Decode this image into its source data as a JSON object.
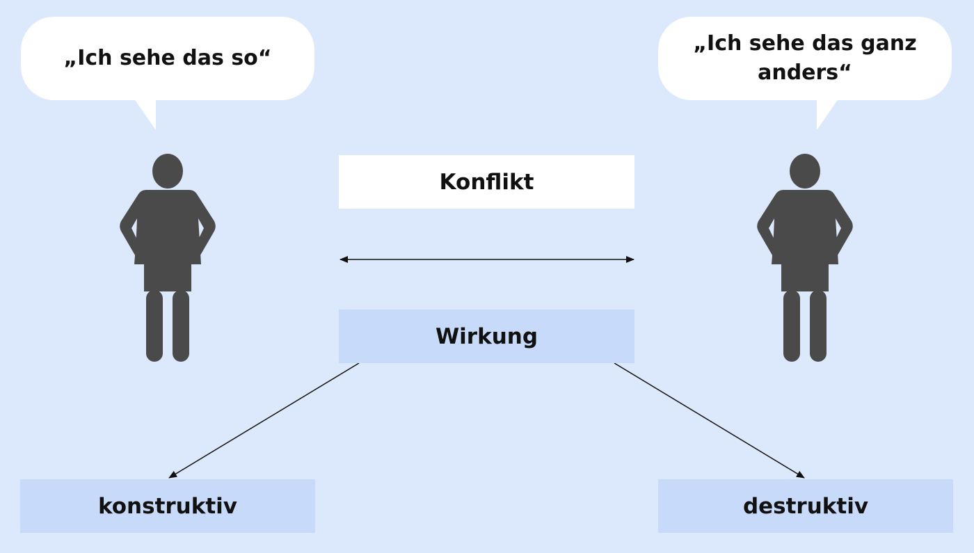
{
  "speech_left": "„Ich sehe das so“",
  "speech_right": "„Ich sehe das ganz anders“",
  "box_top": "Konflikt",
  "box_middle": "Wirkung",
  "outcome_left": "konstruktiv",
  "outcome_right": "destruktiv",
  "colors": {
    "background": "#dce8fc",
    "light_box": "#c8daf9",
    "white": "#ffffff",
    "person": "#4a4a4a",
    "line": "#111111"
  },
  "icons": [
    "person-icon",
    "speech-bubble-icon",
    "arrow-icon"
  ]
}
